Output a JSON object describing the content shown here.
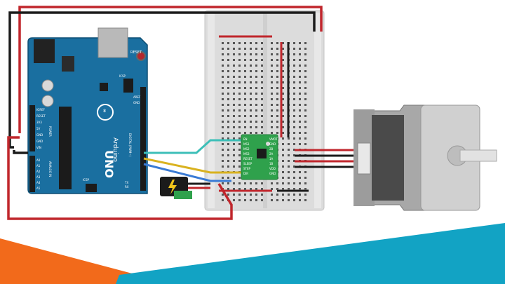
{
  "arduino": {
    "brand": "Arduino",
    "model": "UNO",
    "reset_label": "RESET",
    "icsp_label": "ICSP",
    "icsp2_label": "ICSP",
    "aref_label": "AREF",
    "gnd_label": "GND",
    "digital_label": "DIGITAL (PWM~)",
    "analog_label": "ANALOG IN",
    "power_label": "POWER",
    "tx_label": "TX",
    "rx_label": "RX",
    "power_pins": [
      "IOREF",
      "RESET",
      "3V3",
      "5V",
      "GND",
      "GND",
      "VIN"
    ],
    "analog_pins": [
      "A0",
      "A1",
      "A2",
      "A3",
      "A4",
      "A5"
    ]
  },
  "driver": {
    "pins_left": [
      "EN",
      "MS1",
      "MS2",
      "MS3",
      "RESET",
      "SLEEP",
      "STEP",
      "DIR"
    ],
    "pins_right": [
      "VMOT",
      "GND",
      "2B",
      "2A",
      "1A",
      "1B",
      "VDD",
      "GND"
    ]
  },
  "colors": {
    "board": "#1a6fa0",
    "wire_red": "#c0262c",
    "wire_black": "#1b1b1b",
    "wire_teal": "#3dbfb8",
    "wire_yellow": "#d9b21f",
    "wire_blue": "#3a7bd5",
    "driver_green": "#2fa14c",
    "accent_orange": "#f26a1b",
    "accent_teal": "#12a3c4"
  },
  "icons": {
    "board_logo": "infinity-icon",
    "power_jack": "lightning-icon"
  }
}
